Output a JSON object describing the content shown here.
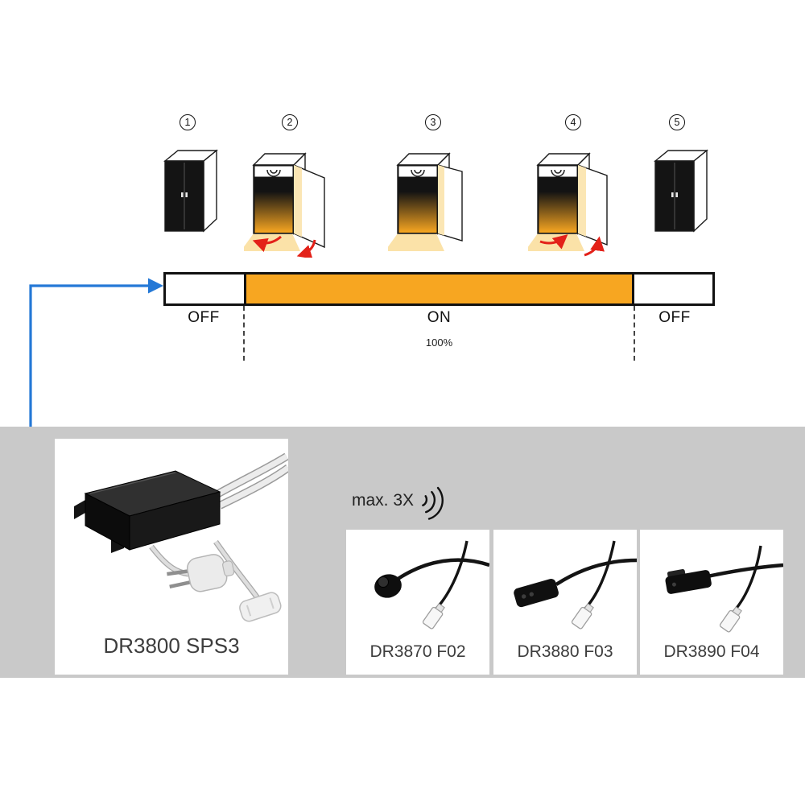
{
  "sequence": {
    "steps": [
      {
        "number": "1",
        "icon": "cabinet-closed-icon"
      },
      {
        "number": "2",
        "icon": "cabinet-door-opening-icon"
      },
      {
        "number": "3",
        "icon": "cabinet-door-open-light-on-icon"
      },
      {
        "number": "4",
        "icon": "cabinet-door-closing-icon"
      },
      {
        "number": "5",
        "icon": "cabinet-closed-icon"
      }
    ]
  },
  "timeline": {
    "off_left": "OFF",
    "on": "ON",
    "brightness": "100%",
    "off_right": "OFF"
  },
  "products": {
    "driver": {
      "label": "DR3800 SPS3"
    },
    "sensor_note": "max. 3X",
    "sensors": [
      {
        "label": "DR3870 F02",
        "icon": "round-door-sensor-icon"
      },
      {
        "label": "DR3880 F03",
        "icon": "box-door-sensor-icon"
      },
      {
        "label": "DR3890 F04",
        "icon": "clip-door-sensor-icon"
      }
    ]
  },
  "colors": {
    "on_orange": "#F7A621",
    "arrow_blue": "#2478D6",
    "arrow_red": "#E32119",
    "panel_gray": "#C9C9C9"
  }
}
